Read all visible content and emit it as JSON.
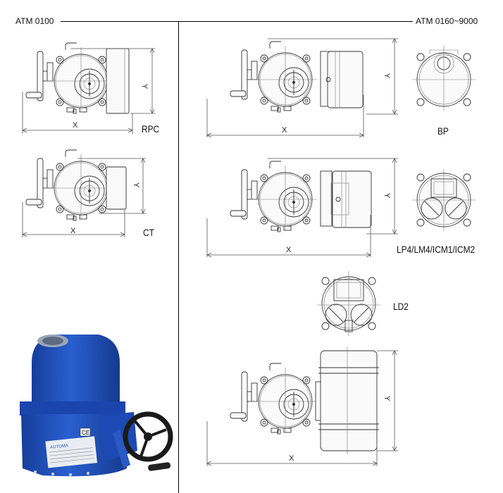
{
  "header": {
    "left_series": "ATM 0100",
    "right_series": "ATM 0160~9000"
  },
  "left_column": {
    "drawings": [
      {
        "id": "rpc",
        "label": "RPC",
        "dim_x": "X",
        "dim_y": "Y"
      },
      {
        "id": "ct",
        "label": "CT",
        "dim_x": "X",
        "dim_y": "Y"
      }
    ],
    "photo": {
      "brand_plate": "AUTOMA",
      "ce_mark": "CE",
      "body_color": "#1f4fb8",
      "handwheel_color": "#1a1a1a"
    }
  },
  "right_column": {
    "drawings": [
      {
        "id": "bp",
        "label": "BP",
        "dim_x": "X",
        "dim_y": "Y"
      },
      {
        "id": "lp4",
        "label": "LP4/LM4/ICM1/ICM2",
        "dim_x": "X",
        "dim_y": "Y"
      },
      {
        "id": "ld2",
        "label": "LD2"
      },
      {
        "id": "large",
        "label": "",
        "dim_x": "X",
        "dim_y": "Y"
      }
    ]
  },
  "colors": {
    "line": "#000000",
    "drawing": "#333333",
    "background": "#ffffff"
  }
}
